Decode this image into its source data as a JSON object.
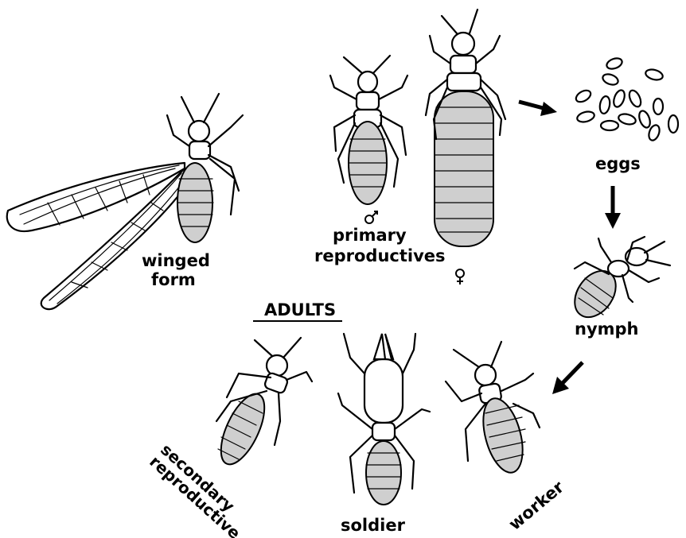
{
  "labels": {
    "winged": "winged",
    "form": "form",
    "male_symbol": "♂",
    "primary": "primary",
    "reproductives": "reproductives",
    "female_symbol": "♀",
    "eggs": "eggs",
    "nymph": "nymph",
    "adults": "ADULTS",
    "secondary": "secondary",
    "reproductive": "reproductive",
    "soldier": "soldier",
    "worker": "worker"
  }
}
